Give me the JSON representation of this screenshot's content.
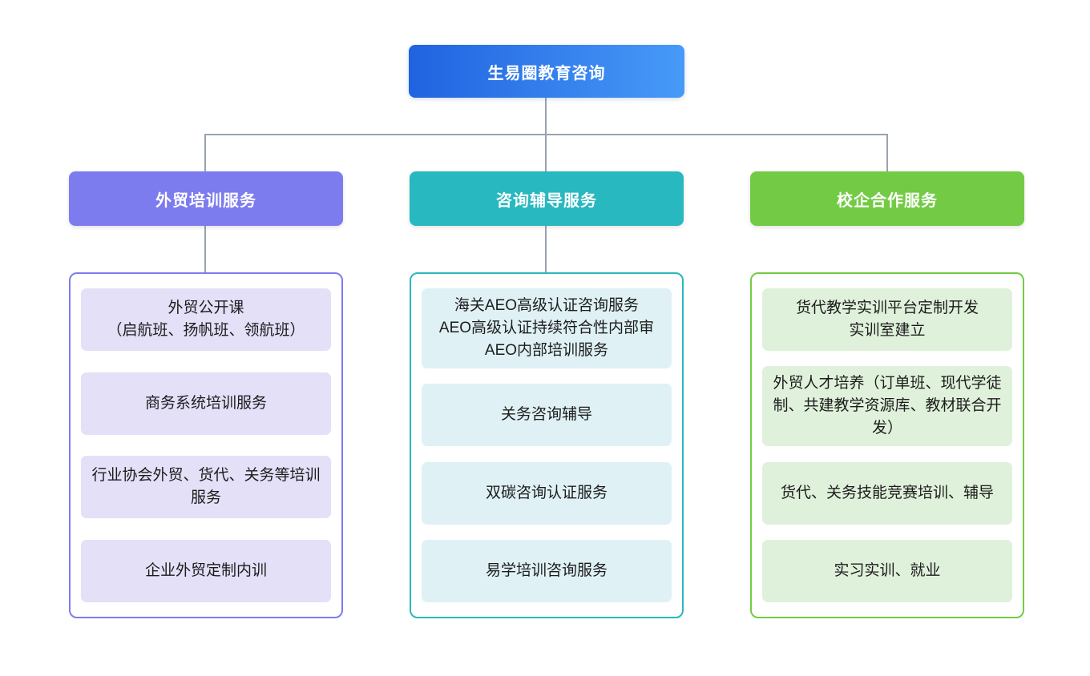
{
  "page": {
    "background": "#ffffff",
    "connector_color": "#9aa3ae",
    "item_text_color": "#1c1c1c"
  },
  "root": {
    "label": "生易圈教育咨询",
    "gradient_from": "#2063e0",
    "gradient_to": "#479af8",
    "text_color": "#ffffff"
  },
  "branches": [
    {
      "label": "外贸培训服务",
      "accent": "#7c7cef",
      "item_bg": "#e3e0f8",
      "items": [
        "外贸公开课\n（启航班、扬帆班、领航班）",
        "商务系统培训服务",
        "行业协会外贸、货代、关务等培训服务",
        "企业外贸定制内训"
      ]
    },
    {
      "label": "咨询辅导服务",
      "accent": "#28b8bf",
      "item_bg": "#dff1f5",
      "items": [
        "海关AEO高级认证咨询服务\nAEO高级认证持续符合性内部审\nAEO内部培训服务",
        "关务咨询辅导",
        "双碳咨询认证服务",
        "易学培训咨询服务"
      ]
    },
    {
      "label": "校企合作服务",
      "accent": "#73cb45",
      "item_bg": "#e0f1db",
      "items": [
        "货代教学实训平台定制开发\n实训室建立",
        "外贸人才培养（订单班、现代学徒制、共建教学资源库、教材联合开发）",
        "货代、关务技能竞赛培训、辅导",
        "实习实训、就业"
      ]
    }
  ]
}
